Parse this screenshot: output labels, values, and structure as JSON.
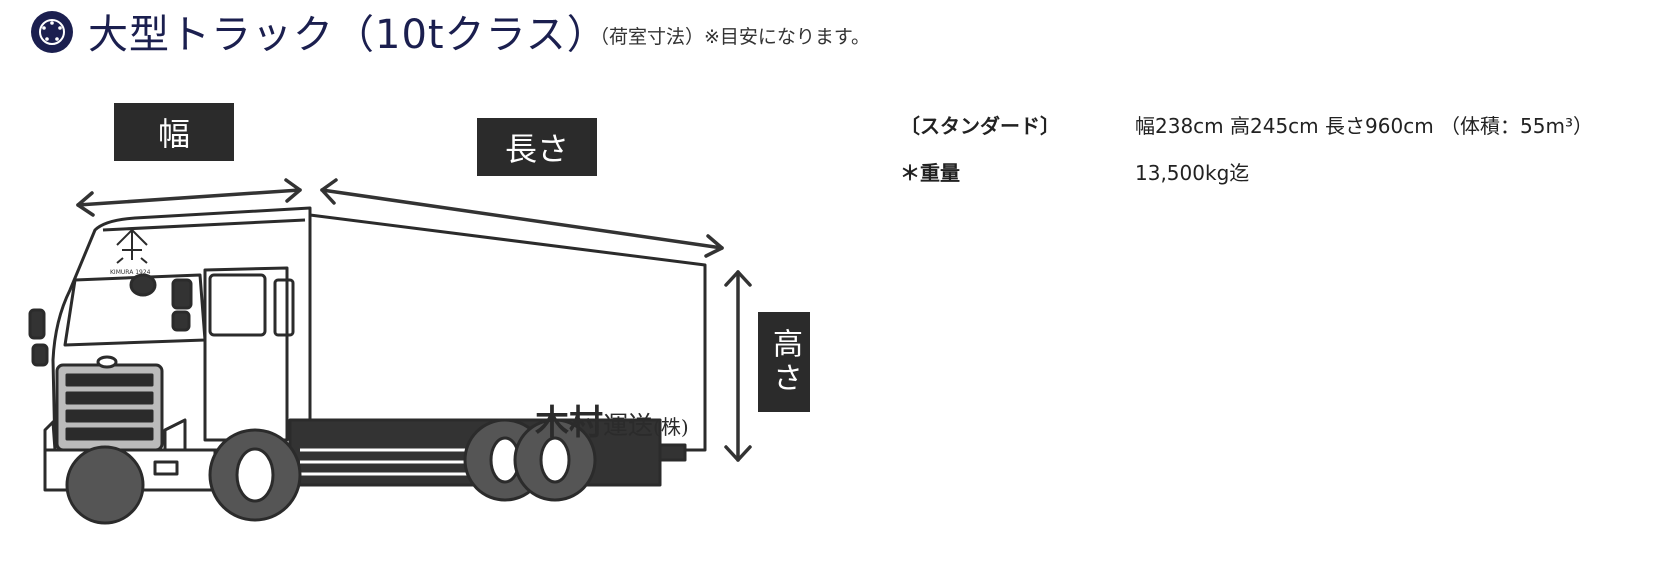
{
  "heading": {
    "title": "大型トラック（10tクラス）",
    "note": "（荷室寸法）※目安になります。"
  },
  "dimension_labels": {
    "width": "幅",
    "length": "長さ",
    "height": "高さ"
  },
  "truck": {
    "company_name_part1": "木村",
    "company_name_part2": "運送",
    "company_name_part3": "(株)",
    "brand_text": "KIMURA 1924"
  },
  "specs": [
    {
      "key": "〔スタンダード〕",
      "value": "幅238cm 高245cm 長さ960cm （体積：55m³）"
    },
    {
      "key": "＊重量",
      "value": "13,500kg迄"
    }
  ],
  "colors": {
    "title": "#1b1f4f",
    "label_bg": "#2b2b2b",
    "tire": "#555555"
  }
}
